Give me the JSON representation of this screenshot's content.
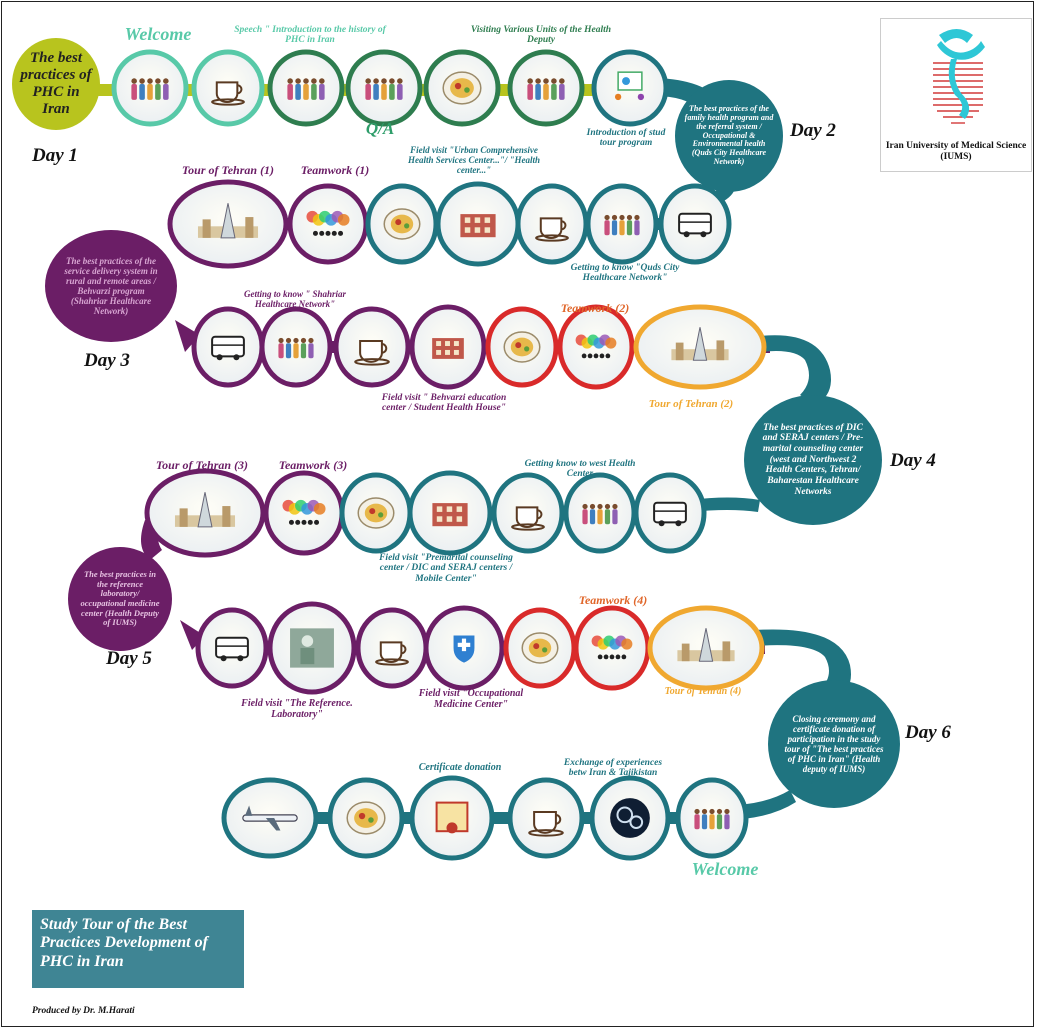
{
  "colors": {
    "teal": "#1f7480",
    "purple": "#6b1e66",
    "gold": "#f0a830",
    "green": "#2e7d4f",
    "mint": "#58c9a8",
    "red": "#d92a2a",
    "lime": "#b8c41e",
    "box": "#3f8594"
  },
  "logo": {
    "caption": "Iran University of Medical Science (IUMS)"
  },
  "start": {
    "text": "The best practices of PHC in Iran"
  },
  "days": [
    "Day 1",
    "Day 2",
    "Day 3",
    "Day 4",
    "Day 5",
    "Day 6"
  ],
  "summaries": {
    "day2": "The best practices of the family health program and the referral system / Occupational & Environmental health (Quds City Healthcare Network)",
    "day3": "The best practices of the service delivery system in rural and remote areas / Behvarzi program (Shahriar Healthcare Network)",
    "day4": "The best practices of DIC and SERAJ centers / Pre-marital counseling center (west and Northwest 2 Health Centers, Tehran/ Baharestan Healthcare Networks",
    "day5": "The best practices in the reference laboratory/ occupational medicine center (Health Deputy of IUMS)",
    "day6": "Closing ceremony and certificate donation of participation in the study tour of \"The best practices of PHC in Iran\" (Health deputy of IUMS)"
  },
  "labels": {
    "welcome1": "Welcome",
    "speech": "Speech \" Introduction to the history of PHC in Iran",
    "visiting": "Visiting Various Units of the Health Deputy",
    "qa": "Q/A",
    "intro": "Introduction of stud tour program",
    "tour1": "Tour of Tehran (1)",
    "team1": "Teamwork (1)",
    "urban": "Field visit \"Urban Comprehensive Health Services Center...\"/ \"Health center...\"",
    "quds": "Getting to know \"Quds City Healthcare Network\"",
    "shahriar": "Getting to know \" Shahriar Healthcare Network\"",
    "team2": "Teamwork (2)",
    "behvarzi": "Field visit \" Behvarzi education center / Student Health House\"",
    "tour2": "Tour of Tehran (2)",
    "tour3": "Tour of Tehran (3)",
    "team3": "Teamwork (3)",
    "west": "Getting know to west Health Center",
    "premarital": "Field visit \"Premarital counseling center / DIC and SERAJ centers / Mobile Center\"",
    "team4": "Teamwork (4)",
    "reflab": "Field visit \"The Reference. Laboratory\"",
    "occmed": "Field visit \"Occupational Medicine Center\"",
    "tour4": "Tour of Tehran (4)",
    "certificate": "Certificate donation",
    "exchange": "Exchange of experiences betw Iran & Tajikistan",
    "welcome2": "Welcome"
  },
  "title_box": {
    "text": "Study Tour of the Best Practices Development of PHC in Iran"
  },
  "credit": "Produced by Dr. M.Harati"
}
